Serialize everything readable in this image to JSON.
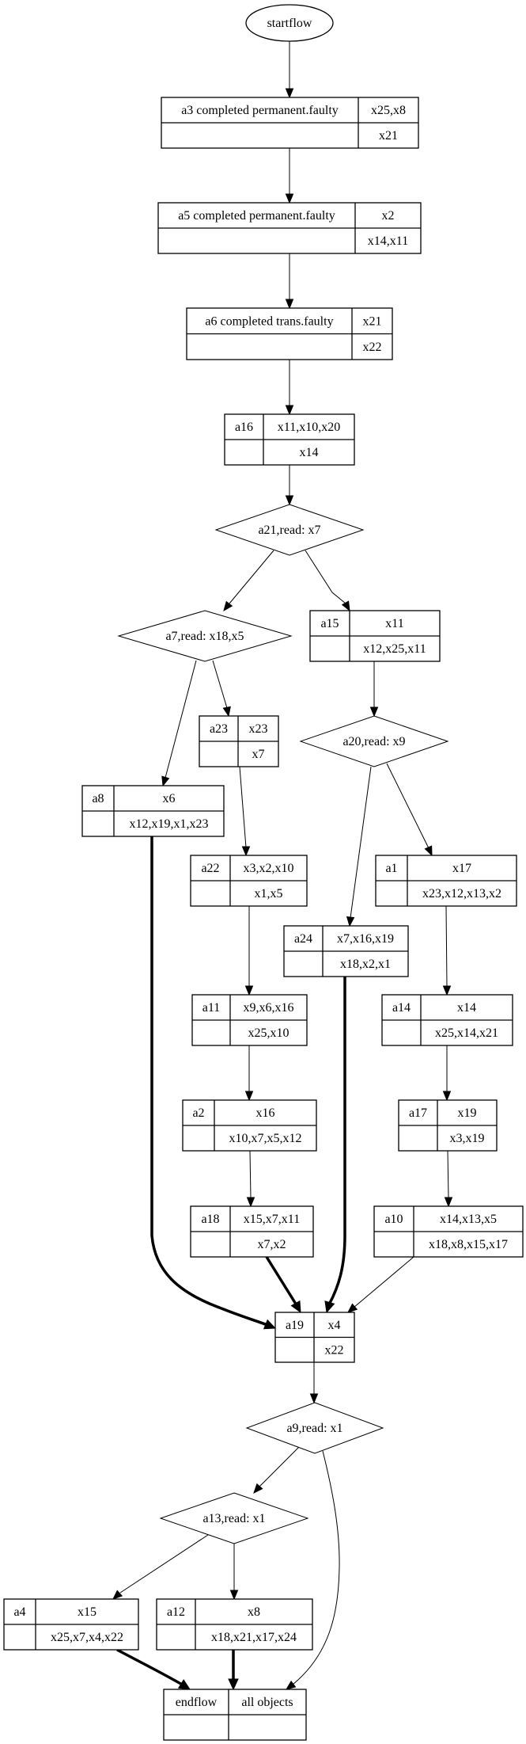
{
  "diagram": {
    "type": "flowchart",
    "nodes": [
      {
        "id": "startflow",
        "shape": "ellipse",
        "label": "startflow"
      },
      {
        "id": "a3",
        "shape": "record",
        "cells": [
          [
            "a3  completed permanent.faulty",
            "x25,x8"
          ],
          [
            "",
            "x21"
          ]
        ]
      },
      {
        "id": "a5",
        "shape": "record",
        "cells": [
          [
            "a5  completed permanent.faulty",
            "x2"
          ],
          [
            "",
            "x14,x11"
          ]
        ]
      },
      {
        "id": "a6",
        "shape": "record",
        "cells": [
          [
            "a6  completed trans.faulty",
            "x21"
          ],
          [
            "",
            "x22"
          ]
        ]
      },
      {
        "id": "a16",
        "shape": "record",
        "cells": [
          [
            "a16",
            "x11,x10,x20"
          ],
          [
            "",
            "x14"
          ]
        ]
      },
      {
        "id": "a21",
        "shape": "diamond",
        "label": "a21,read: x7"
      },
      {
        "id": "a7",
        "shape": "diamond",
        "label": "a7,read: x18,x5"
      },
      {
        "id": "a15",
        "shape": "record",
        "cells": [
          [
            "a15",
            "x11"
          ],
          [
            "",
            "x12,x25,x11"
          ]
        ]
      },
      {
        "id": "a23",
        "shape": "record",
        "cells": [
          [
            "a23",
            "x23"
          ],
          [
            "",
            "x7"
          ]
        ]
      },
      {
        "id": "a20",
        "shape": "diamond",
        "label": "a20,read: x9"
      },
      {
        "id": "a8",
        "shape": "record",
        "cells": [
          [
            "a8",
            "x6"
          ],
          [
            "",
            "x12,x19,x1,x23"
          ]
        ]
      },
      {
        "id": "a22",
        "shape": "record",
        "cells": [
          [
            "a22",
            "x3,x2,x10"
          ],
          [
            "",
            "x1,x5"
          ]
        ]
      },
      {
        "id": "a1",
        "shape": "record",
        "cells": [
          [
            "a1",
            "x17"
          ],
          [
            "",
            "x23,x12,x13,x2"
          ]
        ]
      },
      {
        "id": "a24",
        "shape": "record",
        "cells": [
          [
            "a24",
            "x7,x16,x19"
          ],
          [
            "",
            "x18,x2,x1"
          ]
        ]
      },
      {
        "id": "a11",
        "shape": "record",
        "cells": [
          [
            "a11",
            "x9,x6,x16"
          ],
          [
            "",
            "x25,x10"
          ]
        ]
      },
      {
        "id": "a14",
        "shape": "record",
        "cells": [
          [
            "a14",
            "x14"
          ],
          [
            "",
            "x25,x14,x21"
          ]
        ]
      },
      {
        "id": "a2",
        "shape": "record",
        "cells": [
          [
            "a2",
            "x16"
          ],
          [
            "",
            "x10,x7,x5,x12"
          ]
        ]
      },
      {
        "id": "a17",
        "shape": "record",
        "cells": [
          [
            "a17",
            "x19"
          ],
          [
            "",
            "x3,x19"
          ]
        ]
      },
      {
        "id": "a18",
        "shape": "record",
        "cells": [
          [
            "a18",
            "x15,x7,x11"
          ],
          [
            "",
            "x7,x2"
          ]
        ]
      },
      {
        "id": "a10",
        "shape": "record",
        "cells": [
          [
            "a10",
            "x14,x13,x5"
          ],
          [
            "",
            "x18,x8,x15,x17"
          ]
        ]
      },
      {
        "id": "a19",
        "shape": "record",
        "cells": [
          [
            "a19",
            "x4"
          ],
          [
            "",
            "x22"
          ]
        ]
      },
      {
        "id": "a9",
        "shape": "diamond",
        "label": "a9,read: x1"
      },
      {
        "id": "a13",
        "shape": "diamond",
        "label": "a13,read: x1"
      },
      {
        "id": "a4",
        "shape": "record",
        "cells": [
          [
            "a4",
            "x15"
          ],
          [
            "",
            "x25,x7,x4,x22"
          ]
        ]
      },
      {
        "id": "a12",
        "shape": "record",
        "cells": [
          [
            "a12",
            "x8"
          ],
          [
            "",
            "x18,x21,x17,x24"
          ]
        ]
      },
      {
        "id": "endflow",
        "shape": "record",
        "cells": [
          [
            "endflow",
            "all objects"
          ],
          [
            "",
            ""
          ]
        ]
      }
    ],
    "edges": [
      {
        "from": "startflow",
        "to": "a3",
        "style": "normal"
      },
      {
        "from": "a3",
        "to": "a5",
        "style": "normal"
      },
      {
        "from": "a5",
        "to": "a6",
        "style": "normal"
      },
      {
        "from": "a6",
        "to": "a16",
        "style": "normal"
      },
      {
        "from": "a16",
        "to": "a21",
        "style": "normal"
      },
      {
        "from": "a21",
        "to": "a7",
        "style": "normal"
      },
      {
        "from": "a21",
        "to": "a15",
        "style": "normal"
      },
      {
        "from": "a7",
        "to": "a8",
        "style": "normal"
      },
      {
        "from": "a7",
        "to": "a23",
        "style": "normal"
      },
      {
        "from": "a15",
        "to": "a20",
        "style": "normal"
      },
      {
        "from": "a23",
        "to": "a22",
        "style": "normal"
      },
      {
        "from": "a20",
        "to": "a24",
        "style": "normal"
      },
      {
        "from": "a20",
        "to": "a1",
        "style": "normal"
      },
      {
        "from": "a22",
        "to": "a11",
        "style": "normal"
      },
      {
        "from": "a1",
        "to": "a14",
        "style": "normal"
      },
      {
        "from": "a11",
        "to": "a2",
        "style": "normal"
      },
      {
        "from": "a14",
        "to": "a17",
        "style": "normal"
      },
      {
        "from": "a2",
        "to": "a18",
        "style": "normal"
      },
      {
        "from": "a17",
        "to": "a10",
        "style": "normal"
      },
      {
        "from": "a8",
        "to": "a19",
        "style": "bold"
      },
      {
        "from": "a18",
        "to": "a19",
        "style": "bold"
      },
      {
        "from": "a24",
        "to": "a19",
        "style": "bold"
      },
      {
        "from": "a10",
        "to": "a19",
        "style": "normal"
      },
      {
        "from": "a19",
        "to": "a9",
        "style": "normal"
      },
      {
        "from": "a9",
        "to": "a13",
        "style": "normal"
      },
      {
        "from": "a9",
        "to": "endflow",
        "style": "normal"
      },
      {
        "from": "a13",
        "to": "a4",
        "style": "normal"
      },
      {
        "from": "a13",
        "to": "a12",
        "style": "normal"
      },
      {
        "from": "a4",
        "to": "endflow",
        "style": "bold"
      },
      {
        "from": "a12",
        "to": "endflow",
        "style": "bold"
      }
    ]
  }
}
